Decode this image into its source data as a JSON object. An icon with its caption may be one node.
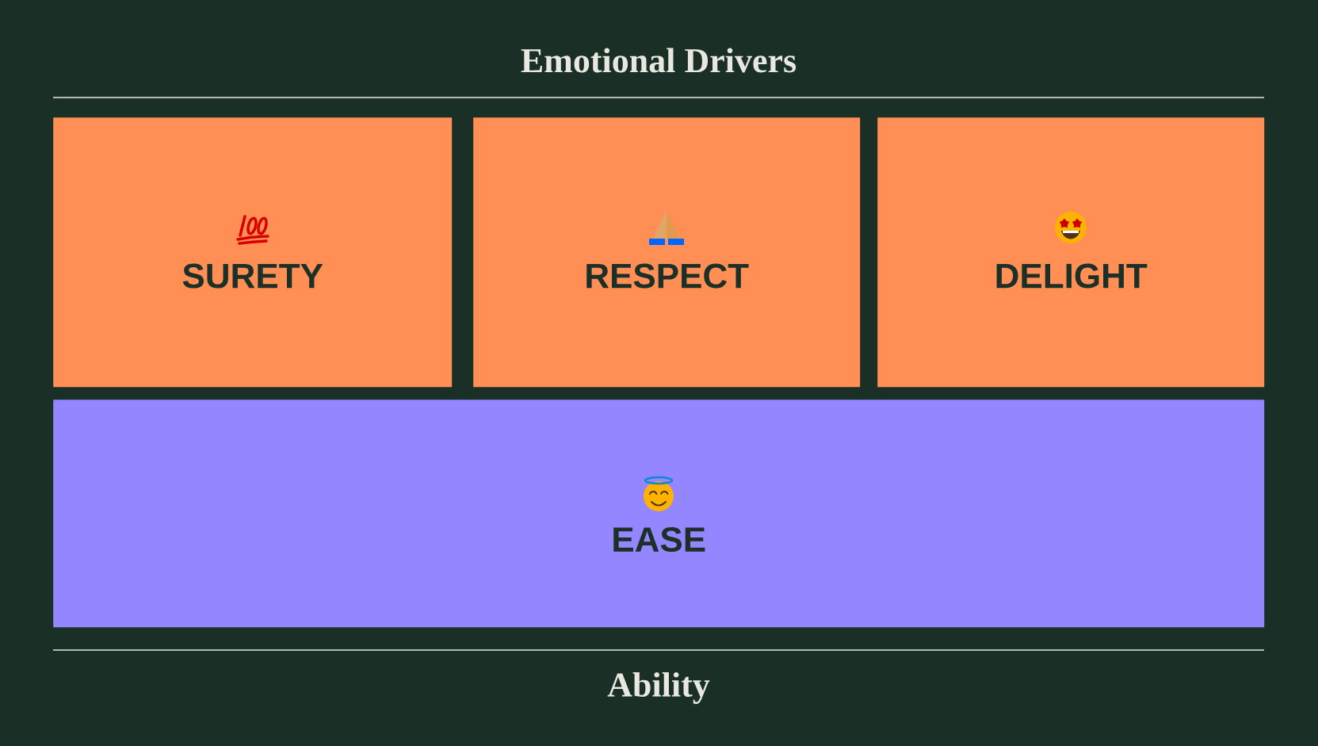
{
  "diagram": {
    "title": "Emotional Drivers",
    "nodes": [
      {
        "text": [
          "SURETY"
        ]
      },
      {
        "text": [
          "RESPECT"
        ]
      },
      {
        "text": [
          "DELIGHT"
        ]
      },
      {
        "text": [
          "EASE"
        ]
      }
    ],
    "labels": [
      "Ability"
    ]
  }
}
